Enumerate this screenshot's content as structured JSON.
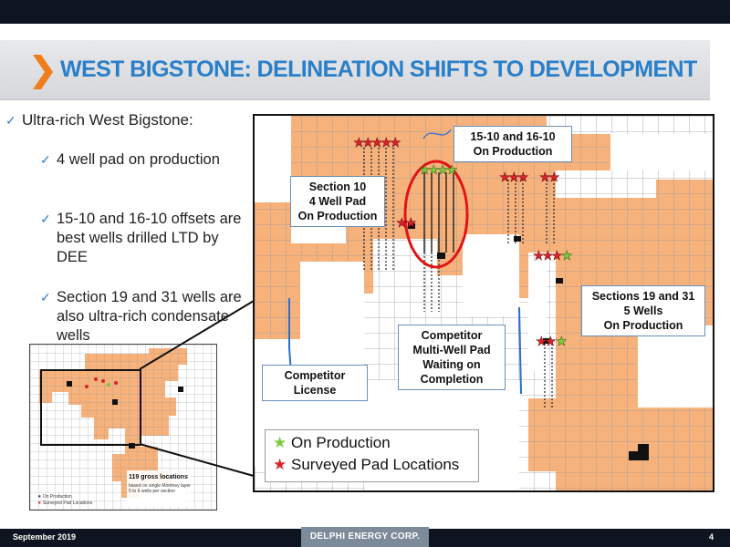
{
  "title": "WEST BIGSTONE: DELINEATION SHIFTS TO DEVELOPMENT",
  "bullets": {
    "main": "Ultra-rich West Bigstone:",
    "subs": [
      "4 well pad on production",
      "15-10 and 16-10 offsets are best wells drilled LTD by DEE",
      "Section 19 and 31 wells are also ultra-rich condensate wells"
    ]
  },
  "callouts": {
    "top_right": "15-10 and 16-10\nOn Production",
    "section10": "Section 10\n4 Well Pad\nOn Production",
    "sections19_31": "Sections 19 and 31\n5 Wells\nOn Production",
    "competitor_pad": "Competitor\nMulti-Well Pad\nWaiting on\nCompletion",
    "competitor_license": "Competitor\nLicense"
  },
  "legend": {
    "on_production": "On Production",
    "surveyed": "Surveyed Pad Locations"
  },
  "inset": {
    "count": "119 gross locations",
    "note1": "based on single Montney layer",
    "note2": "5 to 6 wells per section",
    "leg1": "On Production",
    "leg2": "Surveyed Pad Locations"
  },
  "colors": {
    "accent": "#2a7fc9",
    "chevron": "#f07d1a",
    "land": "#f7b27c",
    "producing_star": "#7ccb3c",
    "surveyed_star": "#d8232a",
    "highlight_ring": "#e01515"
  },
  "footer": {
    "date": "September 2019",
    "logo": "DELPHI ENERGY CORP.",
    "page": "4"
  }
}
